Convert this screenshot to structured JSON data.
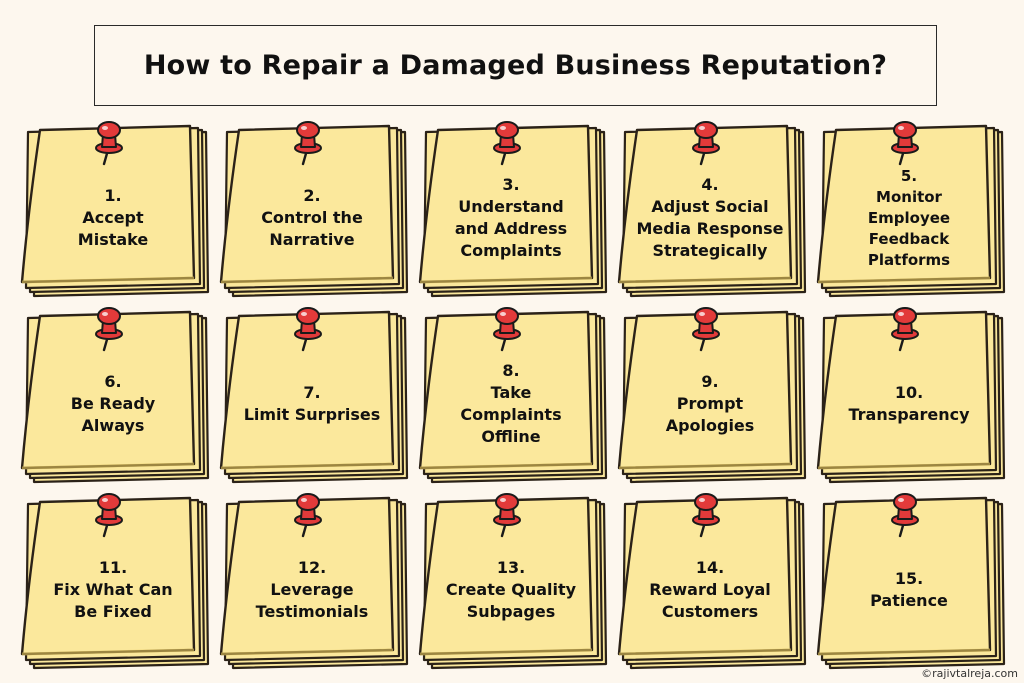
{
  "title": "How to Repair a Damaged Business Reputation?",
  "credit": "©rajivtalreja.com",
  "colors": {
    "background": "#fdf7ee",
    "note_fill": "#fbe89c",
    "note_outline": "#2b2218",
    "pin_red": "#e23a3a",
    "text": "#111111"
  },
  "icons": {
    "pin": "push-pin-icon"
  },
  "steps": [
    {
      "number": "1.",
      "text": "Accept Mistake",
      "lines": [
        "Accept",
        "Mistake"
      ]
    },
    {
      "number": "2.",
      "text": "Control the Narrative",
      "lines": [
        "Control the",
        "Narrative"
      ]
    },
    {
      "number": "3.",
      "text": "Understand and Address Complaints",
      "lines": [
        "Understand",
        "and Address",
        "Complaints"
      ]
    },
    {
      "number": "4.",
      "text": "Adjust Social Media Response Strategically",
      "lines": [
        "Adjust Social",
        "Media Response",
        "Strategically"
      ]
    },
    {
      "number": "5.",
      "text": "Monitor Employee Feedback Platforms",
      "lines": [
        "Monitor",
        "Employee",
        "Feedback",
        "Platforms"
      ]
    },
    {
      "number": "6.",
      "text": "Be Ready Always",
      "lines": [
        "Be Ready",
        "Always"
      ]
    },
    {
      "number": "7.",
      "text": "Limit Surprises",
      "lines": [
        "Limit Surprises"
      ]
    },
    {
      "number": "8.",
      "text": "Take Complaints Offline",
      "lines": [
        "Take",
        "Complaints",
        "Offline"
      ]
    },
    {
      "number": "9.",
      "text": "Prompt Apologies",
      "lines": [
        "Prompt",
        "Apologies"
      ]
    },
    {
      "number": "10.",
      "text": "Transparency",
      "lines": [
        "Transparency"
      ]
    },
    {
      "number": "11.",
      "text": "Fix What Can Be Fixed",
      "lines": [
        "Fix What Can",
        "Be Fixed"
      ]
    },
    {
      "number": "12.",
      "text": "Leverage Testimonials",
      "lines": [
        "Leverage",
        "Testimonials"
      ]
    },
    {
      "number": "13.",
      "text": "Create Quality Subpages",
      "lines": [
        "Create Quality",
        "Subpages"
      ]
    },
    {
      "number": "14.",
      "text": "Reward Loyal Customers",
      "lines": [
        "Reward Loyal",
        "Customers"
      ]
    },
    {
      "number": "15.",
      "text": "Patience",
      "lines": [
        "Patience"
      ]
    }
  ]
}
